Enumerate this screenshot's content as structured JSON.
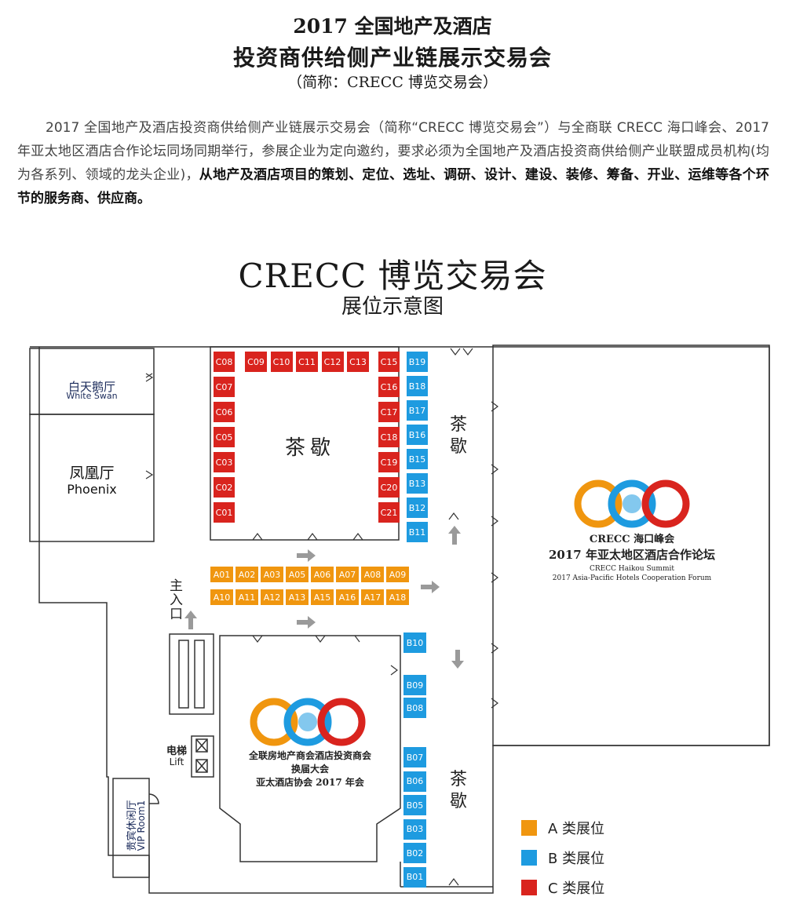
{
  "header": {
    "title_line1": "2017 全国地产及酒店",
    "title_line2": "投资商供给侧产业链展示交易会",
    "title_line3": "（简称：CRECC 博览交易会）"
  },
  "intro": {
    "normal": "2017 全国地产及酒店投资商供给侧产业链展示交易会（简称“CRECC 博览交易会”）与全商联 CRECC 海口峰会、2017 年亚太地区酒店合作论坛同场同期举行，参展企业为定向邀约，要求必须为全国地产及酒店投资商供给侧产业联盟成员机构(均为各系列、领域的龙头企业)，",
    "bold": "从地产及酒店项目的策划、定位、选址、调研、设计、建设、装修、筹备、开业、运维等各个环节的服务商、供应商。"
  },
  "map_title": "CRECC 博览交易会",
  "map_subtitle": "展位示意图",
  "rooms": {
    "white_swan_cn": "白天鹅厅",
    "white_swan_en": "White Swan",
    "phoenix_cn": "凤凰厅",
    "phoenix_en": "Phoenix",
    "tea1": "茶歇",
    "tea2": "茶\n歇",
    "tea3": "茶\n歇",
    "entrance": "主入口",
    "lift_cn": "电梯",
    "lift_en": "Lift",
    "vip_cn": "贵宾休闲厅",
    "vip_en": "VIP Room1"
  },
  "forum": {
    "logo_text_cn": "CRECC 海口峰会",
    "title": "2017 年亚太地区酒店合作论坛",
    "en1": "CRECC Haikou Summit",
    "en2": "2017 Asia-Pacific Hotels Cooperation Forum"
  },
  "main_hall": {
    "line1": "全联房地产商会酒店投资商会",
    "line2": "换届大会",
    "line3": "亚太酒店协会 2017 年会"
  },
  "booths": {
    "A_top": [
      "A01",
      "A02",
      "A03",
      "A05",
      "A06",
      "A07",
      "A08",
      "A09"
    ],
    "A_bottom": [
      "A10",
      "A11",
      "A12",
      "A13",
      "A15",
      "A16",
      "A17",
      "A18"
    ],
    "C_left": [
      "C08",
      "C07",
      "C06",
      "C05",
      "C03",
      "C02",
      "C01"
    ],
    "C_top": [
      "C09",
      "C10",
      "C11",
      "C12",
      "C13"
    ],
    "C_right": [
      "C15",
      "C16",
      "C17",
      "C18",
      "C19",
      "C20",
      "C21"
    ],
    "B_upper": [
      "B19",
      "B18",
      "B17",
      "B16",
      "B15",
      "B13",
      "B12",
      "B11"
    ],
    "B_mid": [
      "B10"
    ],
    "B_mid2": [
      "B09",
      "B08"
    ],
    "B_lower": [
      "B07",
      "B06",
      "B05",
      "B03",
      "B02",
      "B01"
    ]
  },
  "legend": [
    {
      "label": "A 类展位",
      "color": "#f0960f"
    },
    {
      "label": "B 类展位",
      "color": "#1e9be0"
    },
    {
      "label": "C 类展位",
      "color": "#d9241e"
    }
  ],
  "colors": {
    "line": "#333333",
    "arrow": "#9a9a9a",
    "logo_orange": "#f0960f",
    "logo_blue": "#1e9be0",
    "logo_red": "#d9241e"
  }
}
